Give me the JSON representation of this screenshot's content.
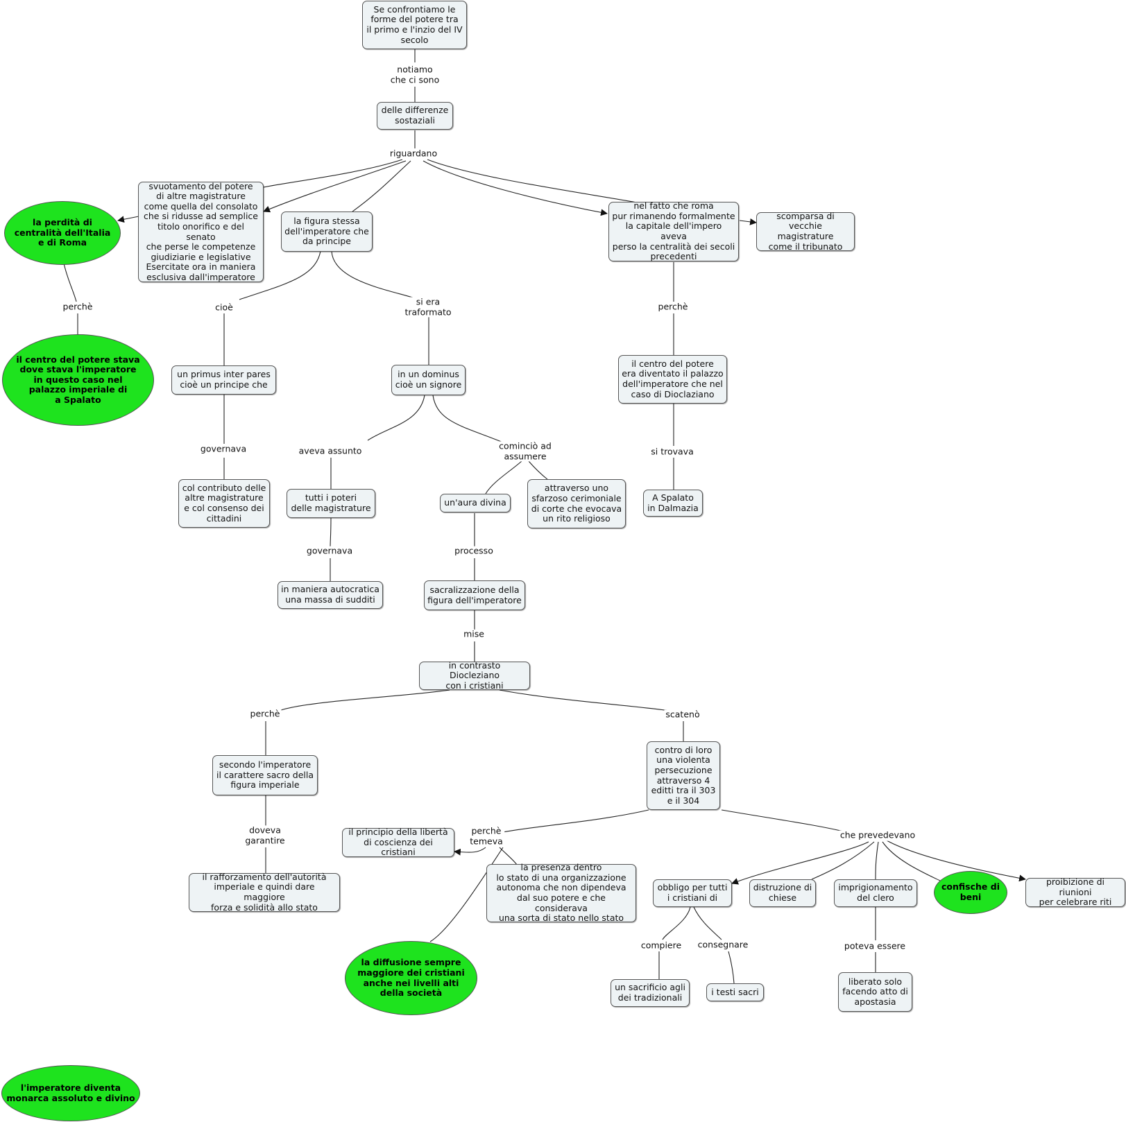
{
  "colors": {
    "concept_fill": "#eef3f5",
    "highlight_fill": "#1ee31e",
    "line": "#222222"
  },
  "nodes": {
    "root": "Se confrontiamo le\nforme del potere tra\nil primo e l'inzio del IV\nsecolo",
    "differenze": "delle differenze\nsostaziali",
    "svuotamento": "svuotamento del potere\ndi altre magistrature\ncome quella del consolato\nche si ridusse ad semplice\ntitolo onorifico e del senato\nche perse le competenze\ngiudiziarie e legislative\nEsercitate ora in maniera\nesclusiva dall'imperatore",
    "perdita": "la perdità di\ncentralità dell'Italia\ne di Roma",
    "centro_spalato": "il centro del potere stava\ndove stava l'imperatore\nin questo caso nel\npalazzo imperiale di\na Spalato",
    "figura": "la figura stessa\ndell'imperatore che\nda principe",
    "primus": "un primus inter pares\ncioè un principe che",
    "col_contributo": "col contributo delle\naltre magistrature\ne col consenso dei\ncittadini",
    "dominus": "in un dominus\ncioè un signore",
    "poteri": "tutti i poteri\ndelle magistrature",
    "autocratica": "in maniera autocratica\nuna massa di sudditi",
    "aura": "un'aura divina",
    "sfarzoso": "attraverso uno\nsfarzoso cerimoniale\ndi corte che evocava\nun rito religioso",
    "sacralizzazione": "sacralizzazione della\nfigura dell'imperatore",
    "contrasto": "in contrasto Diocleziano\ncon i cristiani",
    "secondo": "secondo l'imperatore\nil carattere sacro della\nfigura imperiale",
    "rafforzamento": "il rafforzamento dell'autorità\nimperiale e quindi dare maggiore\nforza e solidità allo stato",
    "persecuzione": "contro di loro\nuna violenta\npersecuzione\nattraverso 4\neditti tra il 303\ne il 304",
    "liberta": "il principio della libertà\ndi coscienza dei cristiani",
    "presenza": "la presenza dentro\nlo stato di una organizzazione\nautonoma che non dipendeva\ndal suo potere e che considerava\nuna sorta di stato nello stato",
    "diffusione": "la diffusione sempre\nmaggiore dei cristiani\nanche nei livelli alti\ndella società",
    "obbligo": "obbligo per tutti\ni cristiani di",
    "sacrificio": "un sacrificio agli\ndei tradizionali",
    "testi": "i testi sacri",
    "distruzione": "distruzione di\nchiese",
    "imprigionamento": "imprigionamento\ndel clero",
    "liberato": "liberato solo\nfacendo atto di\napostasia",
    "confische": "confische di\nbeni",
    "proibizione": "proibizione di riunioni\nper celebrare riti",
    "roma": "nel fatto che roma\npur rimanendo formalmente\nla capitale dell'impero aveva\nperso la centralità dei secoli\nprecedenti",
    "scomparsa": "scomparsa di\nvecchie magistrature\ncome il tribunato",
    "centro_palazzo": "il centro del potere\nera diventato il palazzo\ndell'imperatore che nel\ncaso di Dioclaziano",
    "spalato": "A Spalato\nin Dalmazia",
    "imperatore_diventa": "l'imperatore diventa\nmonarca assoluto e divino"
  },
  "labels": {
    "notiamo": "notiamo\nche ci sono",
    "riguardano": "riguardano",
    "perche_1": "perchè",
    "cioe": "cioè",
    "si_era": "si era\ntraformato",
    "governava_1": "governava",
    "aveva_assunto": "aveva assunto",
    "comincio": "cominciò ad\nassumere",
    "governava_2": "governava",
    "processo": "processo",
    "mise": "mise",
    "perche_2": "perchè",
    "scateno": "scatenò",
    "doveva": "doveva\ngarantire",
    "perche_temeva": "perchè\ntemeva",
    "che_prevedevano": "che prevedevano",
    "compiere": "compiere",
    "consegnare": "consegnare",
    "poteva_essere": "poteva essere",
    "perche_3": "perchè",
    "si_trovava": "si trovava"
  }
}
